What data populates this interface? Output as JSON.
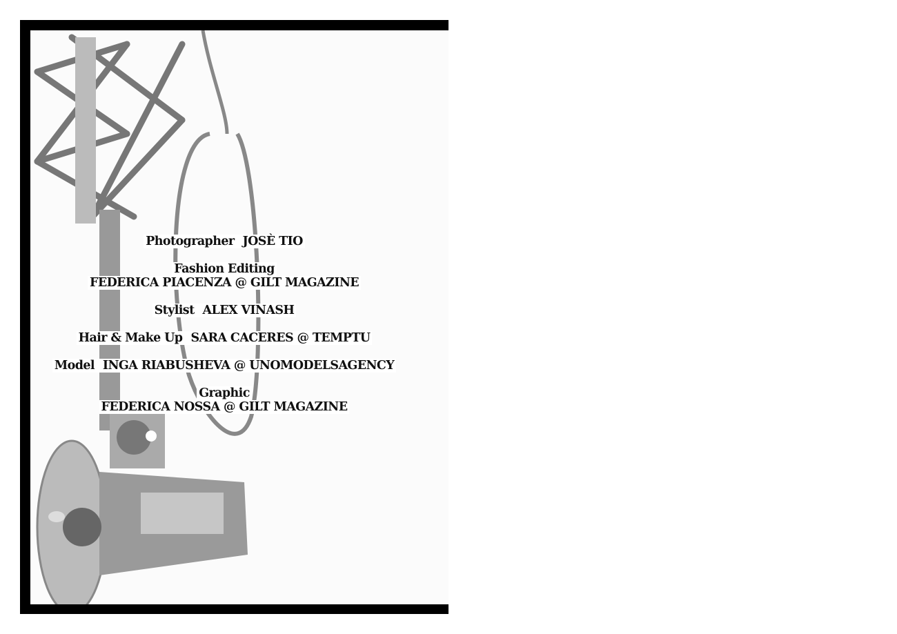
{
  "credits": {
    "photographer": {
      "role": "Photographer",
      "name": "JOSÈ TIO"
    },
    "fashion_editing": {
      "role": "Fashion Editing",
      "name": "FEDERICA PIACENZA @ GILT MAGAZINE"
    },
    "stylist": {
      "role": "Stylist",
      "name": "ALEX VINASH"
    },
    "hair_makeup": {
      "role": "Hair & Make Up",
      "name": "SARA CACERES @ TEMPTU"
    },
    "model": {
      "role": "Model",
      "name": "INGA RIABUSHEVA @ UNOMODELSAGENCY"
    },
    "graphic": {
      "role": "Graphic",
      "name": "FEDERICA NOSSA @ GILT MAGAZINE"
    }
  }
}
